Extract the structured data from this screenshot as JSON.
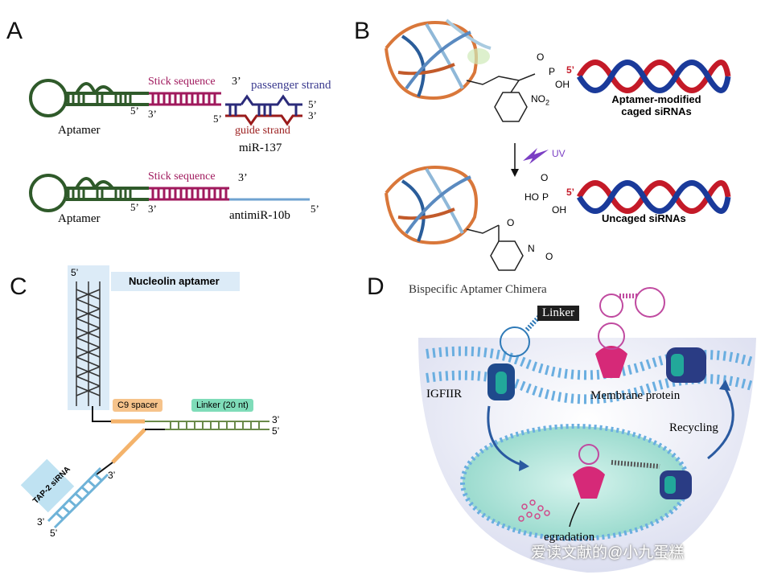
{
  "panels": {
    "a": {
      "letter": "A",
      "stick_sequence_top": "Stick sequence",
      "stick_sequence_bottom": "Stick sequence",
      "passenger_strand": "passenger strand",
      "guide_strand": "guide strand",
      "mir_label": "miR-137",
      "antimir_label": "antimiR-10b",
      "aptamer_top": "Aptamer",
      "aptamer_bottom": "Aptamer",
      "five_prime": "5’",
      "three_prime": "3’"
    },
    "b": {
      "letter": "B",
      "caged_label": "Aptamer-modified caged siRNAs",
      "uncaged_label": "Uncaged siRNAs",
      "uv_label": "UV",
      "no2": "NO",
      "no2_sub": "2",
      "n_o": "N",
      "oh": "OH",
      "ho": "HO",
      "o": "O",
      "p": "P",
      "five_prime": "5’"
    },
    "c": {
      "letter": "C",
      "nucleolin_label": "Nucleolin aptamer",
      "c9_label": "C9 spacer",
      "linker_label": "Linker (20 nt)",
      "sirna_label": "TAP-2 siRNA",
      "five_prime": "5’",
      "three_prime": "3’"
    },
    "d": {
      "letter": "D",
      "title": "Bispecific Aptamer Chimera",
      "linker": "Linker",
      "igf1r": "IGFIIR",
      "membrane_protein": "Membrane protein",
      "recycling": "Recycling",
      "degradation": "egradation"
    }
  },
  "watermark": "爱读文献的@小九蛋糕",
  "colors": {
    "aptamer_green": "#2f5a2a",
    "stick_magenta": "#a0195d",
    "navy": "#2b2b7a",
    "dark_red": "#9a1b1b",
    "blue_line": "#6fa3d0",
    "linker_green": "#3fbf8f",
    "spacer_orange": "#f4b36b",
    "membrane_blue": "#6aaee0"
  }
}
